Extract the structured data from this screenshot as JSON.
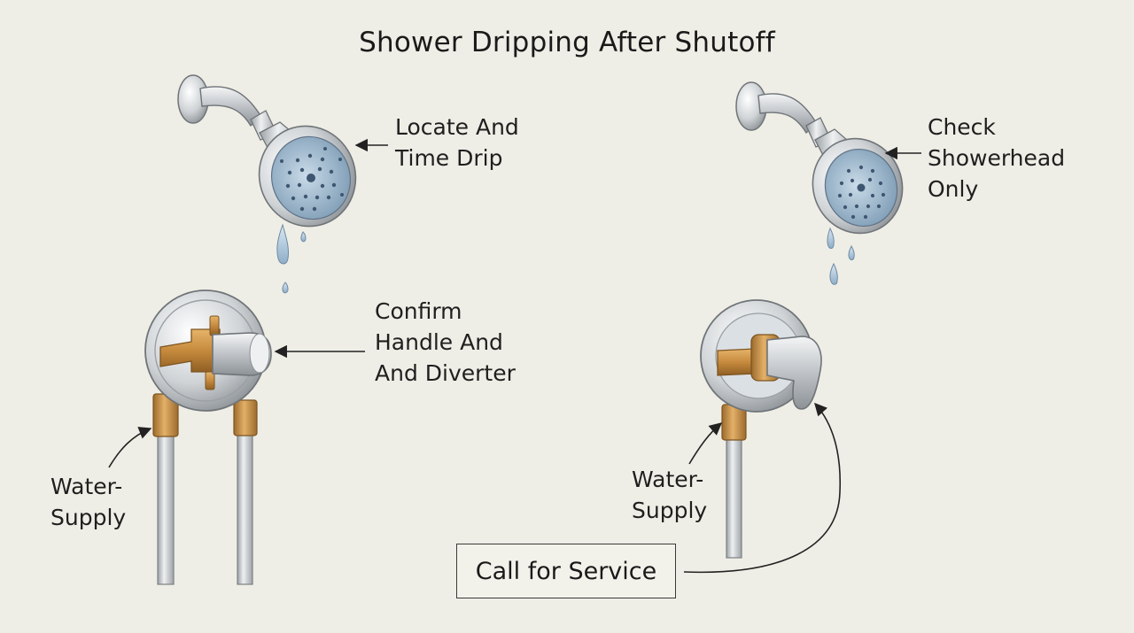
{
  "title": "Shower Dripping After Shutoff",
  "labels": {
    "locate": [
      "Locate And",
      "Time Drip"
    ],
    "check": [
      "Check",
      "Showerhead",
      "Only"
    ],
    "confirm": [
      "Confirm",
      "Handle And",
      "And Diverter"
    ],
    "supply_left": [
      "Water-",
      "Supply"
    ],
    "supply_right": [
      "Water-",
      "Supply"
    ],
    "service": "Call for Service"
  },
  "colors": {
    "background": "#efeee6",
    "chrome": "#c9ccd0",
    "face": "#9fb7cc",
    "brass": "#c8944a",
    "arrow": "#222222"
  },
  "icons": [
    "showerhead-icon",
    "shower-valve-icon",
    "water-drop-icon",
    "supply-pipe-icon"
  ]
}
